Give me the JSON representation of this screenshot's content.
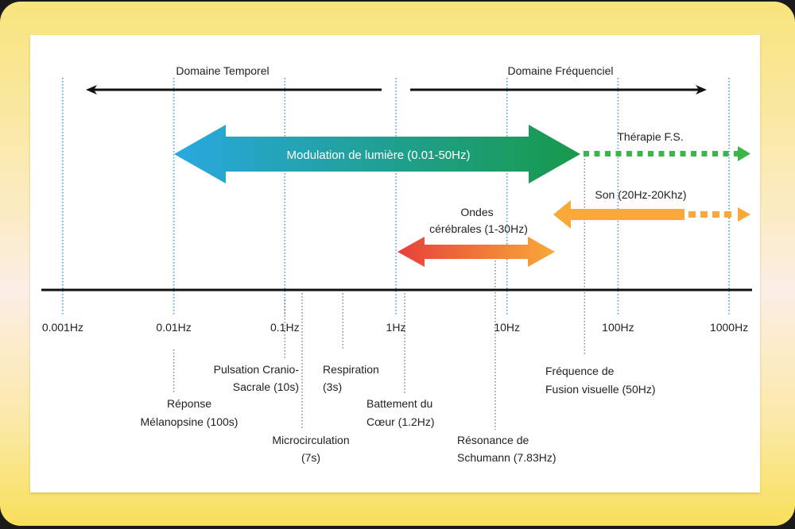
{
  "title_left": "Domaine Temporel",
  "title_right": "Domaine Fréquenciel",
  "colors": {
    "frame": "#f8e47c",
    "vline": "#4aa3d6",
    "gray_line": "#888888",
    "light_start": "#29a8e0",
    "light_end": "#17994a",
    "therapy": "#3cb54a",
    "brain_start": "#e8403a",
    "brain_end": "#f8a93a",
    "sound": "#f8a93a"
  },
  "chart_data": {
    "type": "log-scale band diagram",
    "xaxis": {
      "scale": "log10",
      "range_hz": [
        0.0006,
        1500
      ],
      "ticks": [
        0.001,
        0.01,
        0.1,
        1,
        10,
        100,
        1000
      ],
      "tick_labels": [
        "0.001Hz",
        "0.01Hz",
        "0.1Hz",
        "1Hz",
        "10Hz",
        "100Hz",
        "1000Hz"
      ]
    },
    "domains": [
      {
        "label": "Domaine Temporel",
        "direction": "left",
        "from_hz": 1,
        "to_hz": 0.0015
      },
      {
        "label": "Domaine Fréquenciel",
        "direction": "right",
        "from_hz": 1.15,
        "to_hz": 600
      }
    ],
    "bands": [
      {
        "id": "light",
        "label": "Modulation de lumière (0.01-50Hz)",
        "from_hz": 0.01,
        "to_hz": 50,
        "style": "double-arrow"
      },
      {
        "id": "therapy",
        "label": "Thérapie F.S.",
        "from_hz": 50,
        "to_hz": 1400,
        "style": "dotted-arrow"
      },
      {
        "id": "sound",
        "label": "Son (20Hz-20Khz)",
        "from_hz": 20,
        "to_hz": 1400,
        "solid_until_hz": 500,
        "style": "arrow-solid-then-dotted"
      },
      {
        "id": "brain",
        "label_lines": [
          "Ondes",
          "cérébrales (1-30Hz)"
        ],
        "from_hz": 1,
        "to_hz": 30,
        "style": "double-arrow"
      }
    ],
    "markers": [
      {
        "label_lines": [
          "Réponse",
          "Mélanopsine (100s)"
        ],
        "hz": 0.01
      },
      {
        "label_lines": [
          "Pulsation Cranio-",
          "Sacrale (10s)"
        ],
        "hz": 0.1
      },
      {
        "label_lines": [
          "Microcirculation",
          "(7s)"
        ],
        "hz": 0.143
      },
      {
        "label_lines": [
          "Respiration",
          "(3s)"
        ],
        "hz": 0.333
      },
      {
        "label_lines": [
          "Battement du",
          "Cœur (1.2Hz)"
        ],
        "hz": 1.2
      },
      {
        "label_lines": [
          "Résonance de",
          "Schumann (7.83Hz)"
        ],
        "hz": 7.83
      },
      {
        "label_lines": [
          "Fréquence de",
          "Fusion visuelle (50Hz)"
        ],
        "hz": 50
      }
    ]
  }
}
